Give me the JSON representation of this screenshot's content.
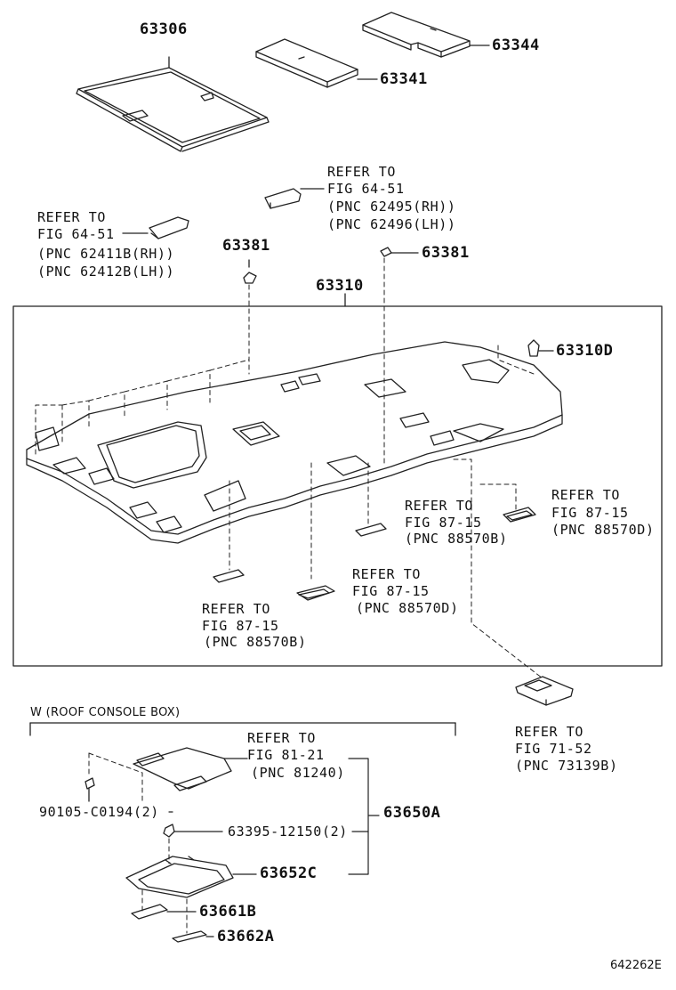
{
  "parts": {
    "p63306": "63306",
    "p63344": "63344",
    "p63341": "63341",
    "p63381_left": "63381",
    "p63381_right": "63381",
    "p63310": "63310",
    "p63310d": "63310D",
    "p63650a": "63650A",
    "p63652c": "63652C",
    "p63661b": "63661B",
    "p63662a": "63662A",
    "p90105": "90105-C0194(2)",
    "p63395": "63395-12150(2)"
  },
  "refs": {
    "r1": {
      "line1": "REFER TO",
      "line2": "FIG 64-51",
      "line3": "(PNC 62495(RH))",
      "line4": "(PNC 62496(LH))"
    },
    "r2": {
      "line1": "REFER TO",
      "line2": "FIG 64-51",
      "line3": "(PNC 62411B(RH))",
      "line4": "(PNC 62412B(LH))"
    },
    "r3": {
      "line1": "REFER TO",
      "line2": "FIG 87-15",
      "line3": "(PNC 88570B)"
    },
    "r4": {
      "line1": "REFER TO",
      "line2": "FIG 87-15",
      "line3": "(PNC 88570D)"
    },
    "r5": {
      "line1": "REFER TO",
      "line2": "FIG 87-15",
      "line3": "(PNC 88570D)"
    },
    "r6": {
      "line1": "REFER TO",
      "line2": "FIG 87-15",
      "line3": "(PNC 88570B)"
    },
    "r7": {
      "line1": "REFER TO",
      "line2": "FIG 71-52",
      "line3": "(PNC 73139B)"
    },
    "r8": {
      "line1": "REFER TO",
      "line2": "FIG 81-21",
      "line3": "(PNC 81240)"
    }
  },
  "console_caption": "W (ROOF CONSOLE BOX)",
  "drawing_code": "642262E"
}
